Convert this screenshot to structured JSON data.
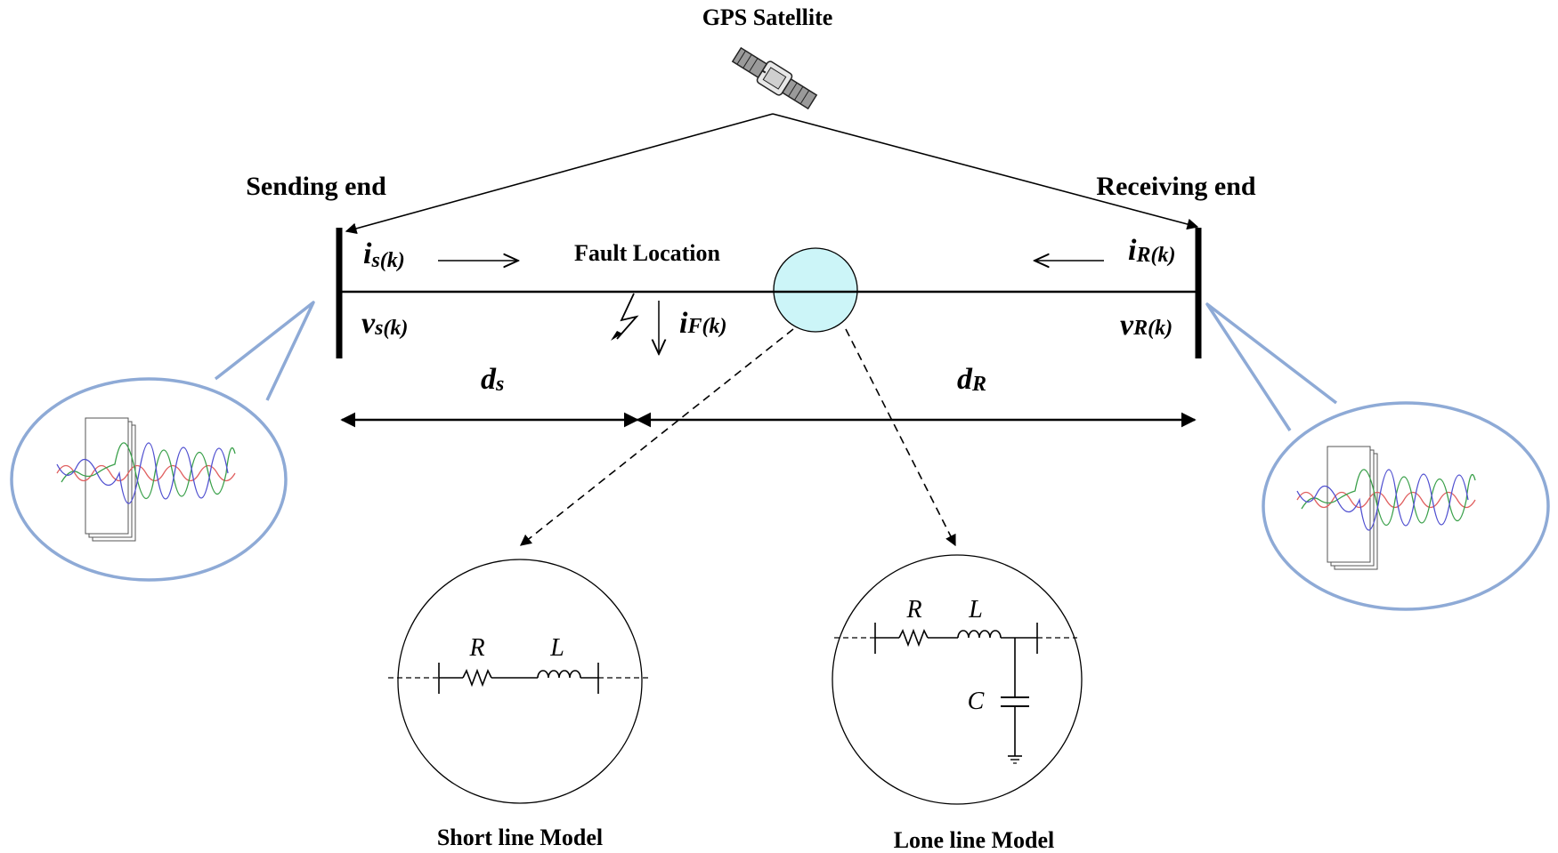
{
  "labels": {
    "satellite": "GPS Satellite",
    "sending_end": "Sending end",
    "receiving_end": "Receiving end",
    "fault_location": "Fault Location",
    "short_line_model": "Short line Model",
    "long_line_model": "Lone line Model"
  },
  "variables": {
    "i_s": {
      "base": "i",
      "sub": "s(k)"
    },
    "v_s": {
      "base": "v",
      "sub": "s(k)"
    },
    "i_r": {
      "base": "i",
      "sub": "R(k)"
    },
    "v_r": {
      "base": "v",
      "sub": "R(k)"
    },
    "i_f": {
      "base": "i",
      "sub": "F(k)"
    },
    "d_s": {
      "base": "d",
      "sub": "s"
    },
    "d_r": {
      "base": "d",
      "sub": "R"
    }
  },
  "components": {
    "short_R": "R",
    "short_L": "L",
    "long_R": "R",
    "long_L": "L",
    "long_C": "C"
  },
  "colors": {
    "fault_circle_fill": "#ccf5f8",
    "callout_stroke": "#8eaad6",
    "wave_red": "#e06060",
    "wave_green": "#3aa04a",
    "wave_blue": "#5050d0"
  },
  "icons": [
    "satellite-icon",
    "lightning-fault-icon",
    "resistor-icon",
    "inductor-icon",
    "capacitor-icon",
    "ground-icon"
  ]
}
